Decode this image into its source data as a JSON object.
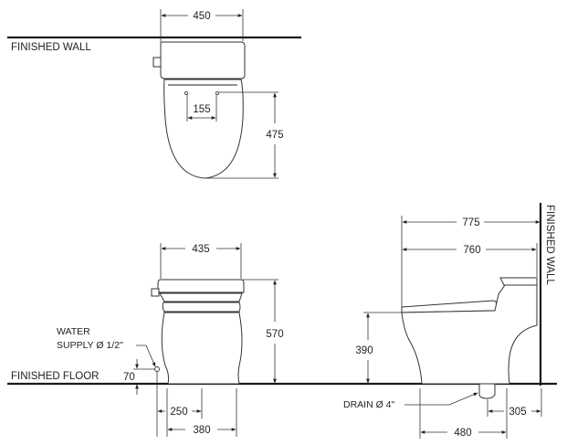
{
  "labels": {
    "finished_wall": "FINISHED WALL",
    "finished_wall_vertical": "FINISHED WALL",
    "finished_floor": "FINISHED FLOOR",
    "water_line1": "WATER",
    "water_line2": "SUPPLY Ø 1/2\"",
    "drain": "DRAIN Ø 4\""
  },
  "dimensions": {
    "top_width": "450",
    "hole_spacing": "155",
    "seat_depth": "475",
    "front_width": "435",
    "height": "570",
    "supply_height": "70",
    "supply_offset": "250",
    "base_width": "380",
    "overall_depth": "775",
    "body_depth": "760",
    "seat_height": "390",
    "base_depth": "480",
    "rough_in": "305"
  }
}
